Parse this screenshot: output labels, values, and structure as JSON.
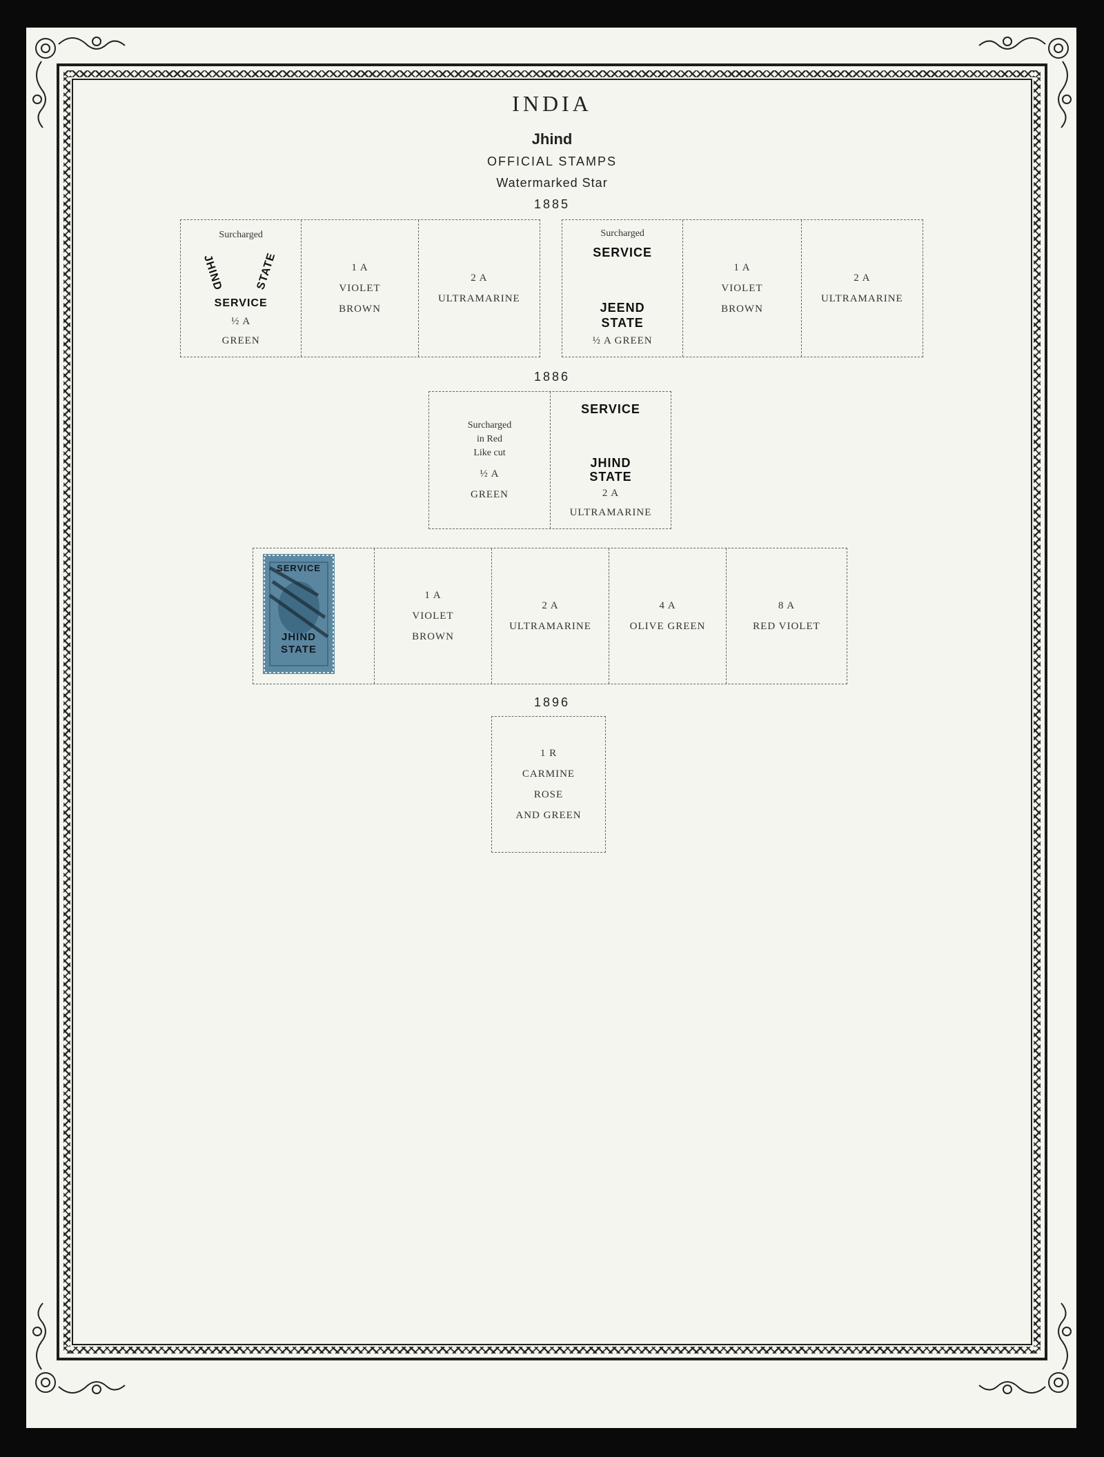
{
  "header": {
    "country": "INDIA",
    "state": "Jhind",
    "category": "OFFICIAL STAMPS",
    "watermark": "Watermarked Star"
  },
  "groups": [
    {
      "year": "1885",
      "rows": [
        {
          "cells": [
            {
              "note": "Surcharged",
              "ovp_arc_left": "JHIND",
              "ovp_arc_right": "STATE",
              "ovp_bottom": "SERVICE",
              "denomination": "½ A",
              "color": "GREEN"
            },
            {
              "denomination": "1 A",
              "color_line1": "VIOLET",
              "color_line2": "BROWN"
            },
            {
              "denomination": "2 A",
              "color": "ULTRAMARINE"
            }
          ]
        },
        {
          "cells": [
            {
              "note": "Surcharged",
              "ovp_top": "SERVICE",
              "ovp_mid1": "JEEND",
              "ovp_mid2": "STATE",
              "denomination_color": "½ A  GREEN"
            },
            {
              "denomination": "1 A",
              "color_line1": "VIOLET",
              "color_line2": "BROWN"
            },
            {
              "denomination": "2 A",
              "color": "ULTRAMARINE"
            }
          ]
        }
      ]
    },
    {
      "year": "1886",
      "rows": [
        {
          "cells": [
            {
              "note_line1": "Surcharged",
              "note_line2": "in Red",
              "note_line3": "Like cut",
              "denomination": "½ A",
              "color": "GREEN"
            },
            {
              "ovp_top": "SERVICE",
              "ovp_mid1": "JHIND",
              "ovp_mid2": "STATE",
              "denomination": "2 A",
              "color": "ULTRAMARINE"
            }
          ]
        },
        {
          "cells": [
            {
              "stamp": "mounted-stamp",
              "stamp_ovp1": "SERVICE",
              "stamp_ovp2": "JHIND",
              "stamp_ovp3": "STATE"
            },
            {
              "denomination": "1 A",
              "color_line1": "VIOLET",
              "color_line2": "BROWN"
            },
            {
              "denomination": "2 A",
              "color": "ULTRAMARINE"
            },
            {
              "denomination": "4 A",
              "color": "OLIVE GREEN"
            },
            {
              "denomination": "8 A",
              "color": "RED VIOLET"
            }
          ]
        }
      ]
    },
    {
      "year": "1896",
      "rows": [
        {
          "cells": [
            {
              "denomination": "1 R",
              "color_line1": "CARMINE",
              "color_line2": "ROSE",
              "color_line3": "AND GREEN"
            }
          ]
        }
      ]
    }
  ],
  "colors": {
    "paper": "#f4f5ee",
    "ink": "#222222",
    "stamp": "#5c8aa3"
  }
}
